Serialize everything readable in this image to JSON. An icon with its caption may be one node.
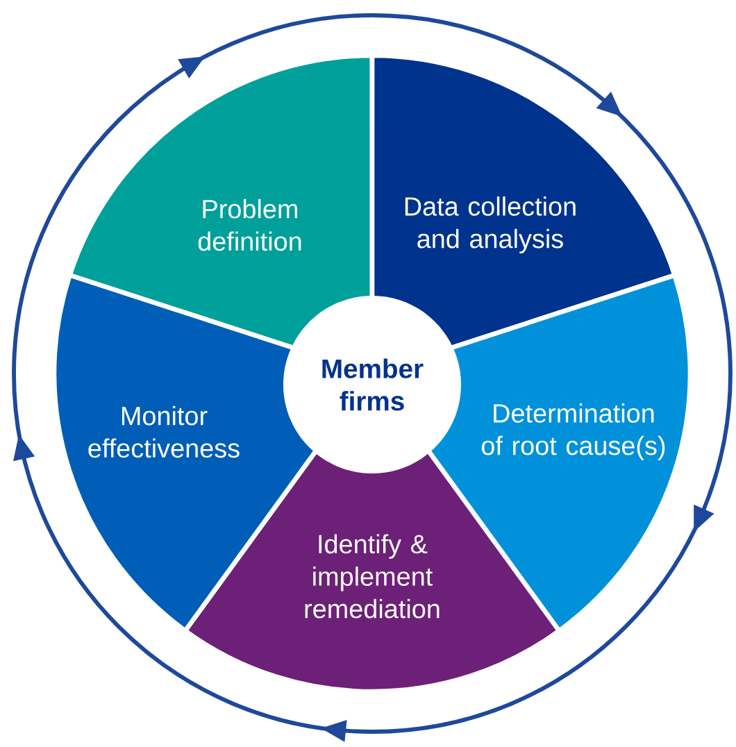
{
  "diagram": {
    "nodes": [
      {
        "text": [
          "Problem definition"
        ]
      },
      {
        "text": [
          "Data collection and analysis"
        ]
      },
      {
        "text": [
          "Determination of root cause(s)"
        ]
      },
      {
        "text": [
          "Identify & implement remediation"
        ]
      },
      {
        "text": [
          "Monitor effectiveness"
        ]
      },
      {
        "text": [
          "Member firms"
        ]
      }
    ]
  }
}
